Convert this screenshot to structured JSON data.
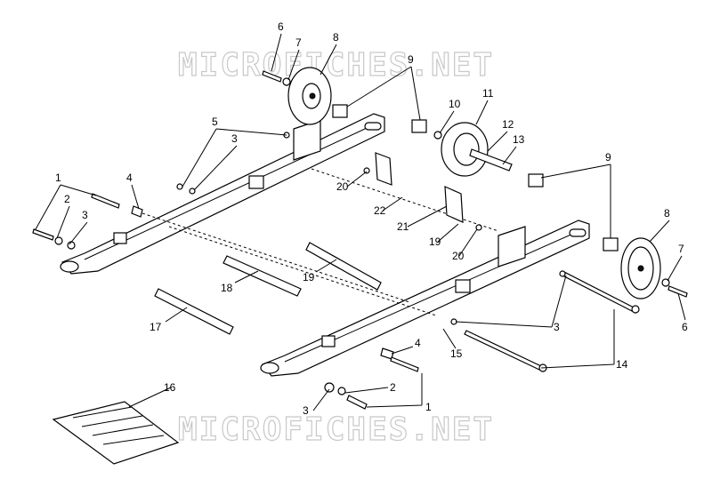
{
  "diagram": {
    "watermark_top": "MICROFICHES.NET",
    "watermark_bottom": "MICROFICHES.NET",
    "callouts": [
      {
        "id": "c6a",
        "text": "6"
      },
      {
        "id": "c7a",
        "text": "7"
      },
      {
        "id": "c8a",
        "text": "8"
      },
      {
        "id": "c9a",
        "text": "9"
      },
      {
        "id": "c10",
        "text": "10"
      },
      {
        "id": "c11",
        "text": "11"
      },
      {
        "id": "c12",
        "text": "12"
      },
      {
        "id": "c13",
        "text": "13"
      },
      {
        "id": "c5",
        "text": "5"
      },
      {
        "id": "c3a",
        "text": "3"
      },
      {
        "id": "c9b",
        "text": "9"
      },
      {
        "id": "c1a",
        "text": "1"
      },
      {
        "id": "c4a",
        "text": "4"
      },
      {
        "id": "c2a",
        "text": "2"
      },
      {
        "id": "c3b",
        "text": "3"
      },
      {
        "id": "c20a",
        "text": "20"
      },
      {
        "id": "c22",
        "text": "22"
      },
      {
        "id": "c21",
        "text": "21"
      },
      {
        "id": "c19a",
        "text": "19"
      },
      {
        "id": "c20b",
        "text": "20"
      },
      {
        "id": "c8b",
        "text": "8"
      },
      {
        "id": "c7b",
        "text": "7"
      },
      {
        "id": "c6b",
        "text": "6"
      },
      {
        "id": "c18",
        "text": "18"
      },
      {
        "id": "c19b",
        "text": "19"
      },
      {
        "id": "c17",
        "text": "17"
      },
      {
        "id": "c3c",
        "text": "3"
      },
      {
        "id": "c15",
        "text": "15"
      },
      {
        "id": "c14",
        "text": "14"
      },
      {
        "id": "c4b",
        "text": "4"
      },
      {
        "id": "c2b",
        "text": "2"
      },
      {
        "id": "c3d",
        "text": "3"
      },
      {
        "id": "c1b",
        "text": "1"
      },
      {
        "id": "c16",
        "text": "16"
      }
    ]
  }
}
